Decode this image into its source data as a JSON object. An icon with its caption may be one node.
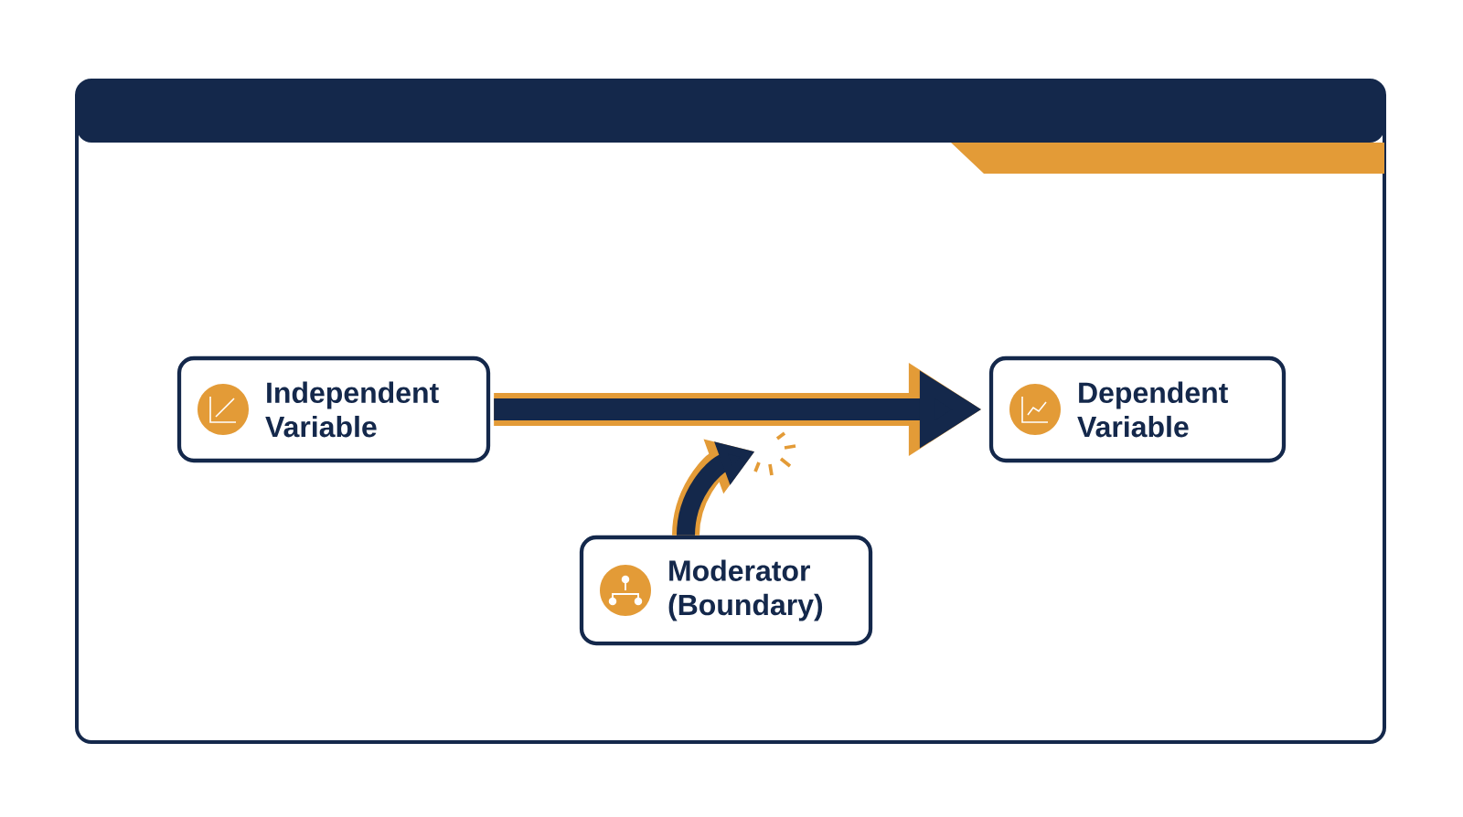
{
  "diagram": {
    "nodes": [
      {
        "text": [
          "Independent Variable"
        ]
      },
      {
        "text": [
          "Dependent Variable"
        ]
      },
      {
        "text": [
          "Moderator (Boundary)"
        ]
      },
      {
        "text": [],
        "shape": "burst"
      }
    ],
    "edges": [
      {
        "from": 0,
        "to": 1,
        "arrow": "to"
      },
      {
        "from": 2,
        "to": 3,
        "arrow": "to"
      }
    ]
  }
}
